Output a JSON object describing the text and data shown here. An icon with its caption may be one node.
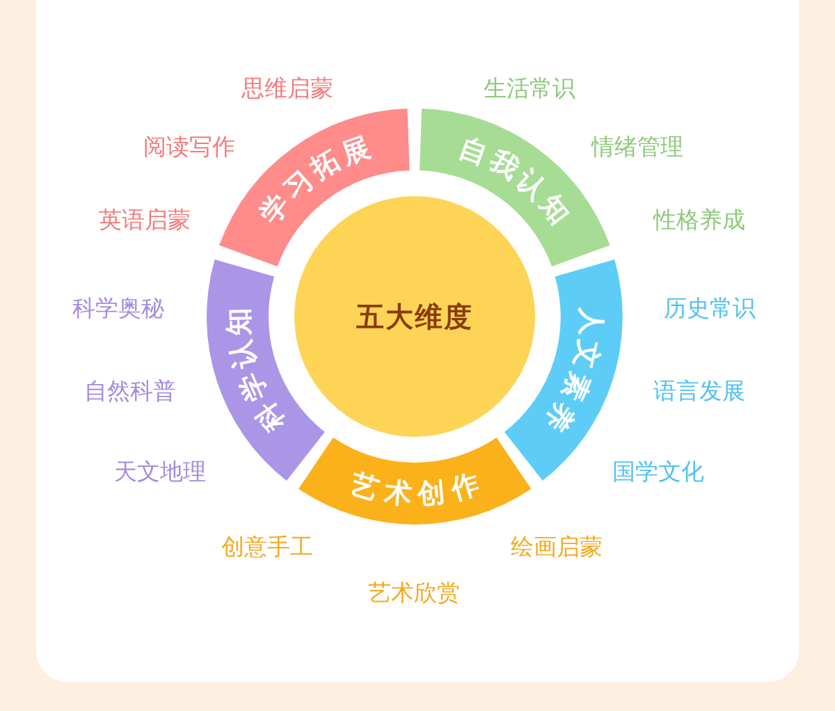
{
  "diagram": {
    "nodes": [
      {
        "text": [
          "学习拓展"
        ],
        "beside": [
          "思维启蒙",
          "阅读写作",
          "英语启蒙"
        ]
      },
      {
        "text": [
          "自我认知"
        ],
        "beside": [
          "生活常识",
          "情绪管理",
          "性格养成"
        ]
      },
      {
        "text": [
          "科学认知"
        ],
        "beside": [
          "科学奥秘",
          "自然科普",
          "天文地理"
        ]
      },
      {
        "text": [
          "五大维度"
        ]
      },
      {
        "text": [
          "人文素养"
        ],
        "beside": [
          "历史常识",
          "语言发展",
          "国学文化"
        ]
      },
      {
        "text": [
          "艺术创作"
        ],
        "beside": [
          "创意手工",
          "绘画启蒙",
          "艺术欣赏"
        ]
      }
    ]
  }
}
